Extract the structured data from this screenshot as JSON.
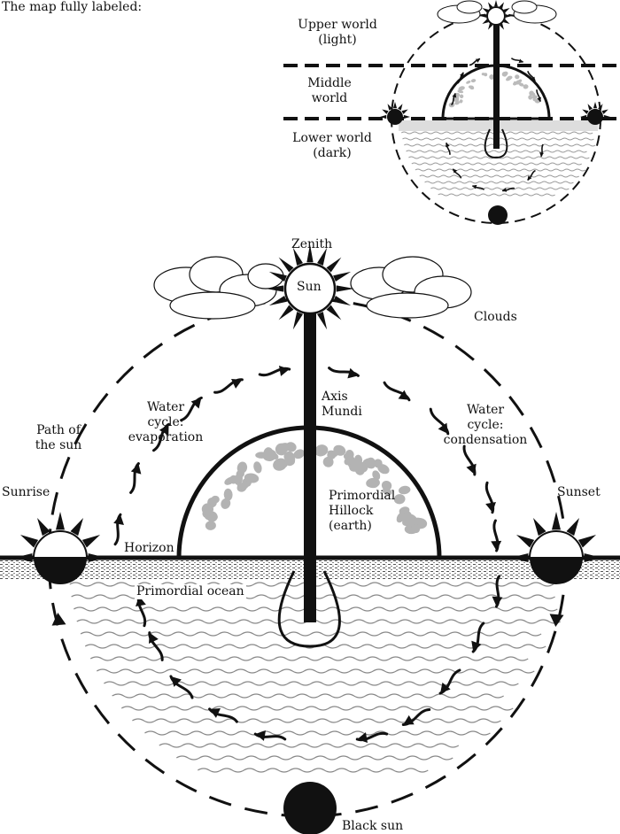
{
  "heading": "The map fully labeled:",
  "thumbnail": {
    "upper_world": [
      "Upper world",
      "(light)"
    ],
    "middle_world": [
      "Middle",
      "world"
    ],
    "lower_world": [
      "Lower world",
      "(dark)"
    ]
  },
  "main": {
    "zenith": "Zenith",
    "sun": "Sun",
    "clouds": "Clouds",
    "axis_mundi": [
      "Axis",
      "Mundi"
    ],
    "evaporation": [
      "Water",
      "cycle:",
      "evaporation"
    ],
    "condensation": [
      "Water",
      "cycle:",
      "condensation"
    ],
    "path_of_sun": [
      "Path of",
      "the sun"
    ],
    "sunrise": "Sunrise",
    "sunset": "Sunset",
    "hillock": [
      "Primordial",
      "Hillock",
      "(earth)"
    ],
    "horizon": "Horizon",
    "ocean": "Primordial ocean",
    "black_sun": "Black sun"
  },
  "colors": {
    "ink": "#111111",
    "stone": "#b3b3b3",
    "wave": "#888888"
  }
}
